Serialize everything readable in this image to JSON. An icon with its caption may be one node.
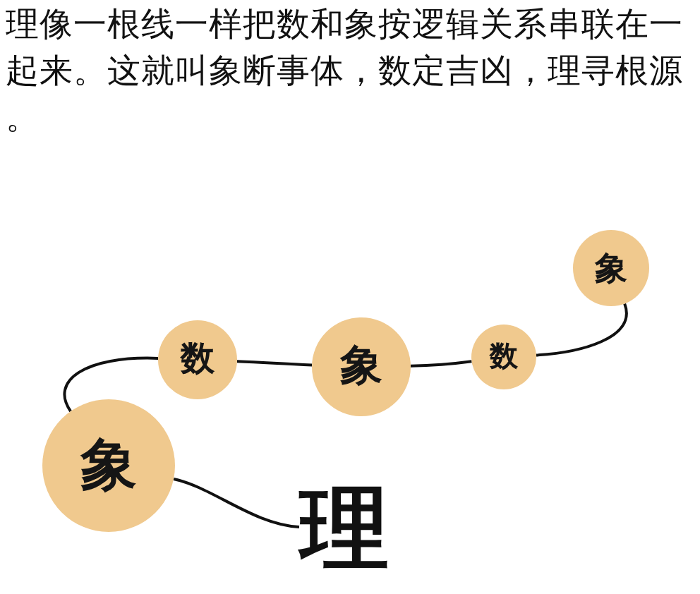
{
  "diagram": {
    "title": "理像一根线一样把数和象按逻辑关系串联在一起来。这就叫象断事体，数定吉凶，理寻根源。",
    "nodes": [
      {
        "text": [
          "象"
        ]
      },
      {
        "text": [
          "数"
        ]
      },
      {
        "text": [
          "象"
        ]
      },
      {
        "text": [
          "数"
        ]
      },
      {
        "text": [
          "象"
        ]
      },
      {
        "text": [
          "理"
        ]
      }
    ],
    "edges": [
      {
        "from": 0,
        "to": 3,
        "arrow": "none"
      },
      {
        "from": 3,
        "to": 2,
        "arrow": "none"
      },
      {
        "from": 2,
        "to": 1,
        "arrow": "none"
      },
      {
        "from": 1,
        "to": 4,
        "arrow": "none"
      },
      {
        "from": 4,
        "to": 5,
        "arrow": "none"
      }
    ]
  }
}
